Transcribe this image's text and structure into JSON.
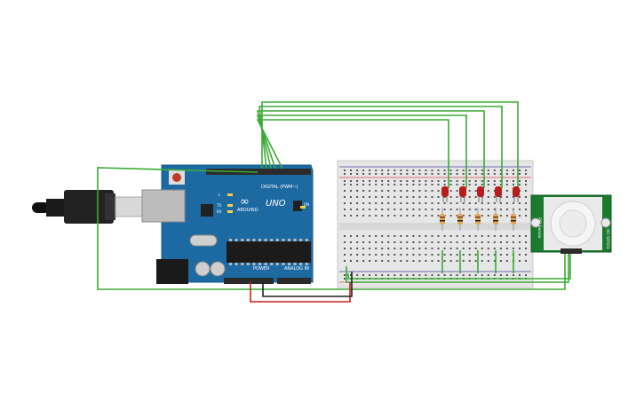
{
  "arduino": {
    "logo_text": "ARDUINO",
    "model": "UNO",
    "digital_header_label": "DIGITAL (PWM~)",
    "power_header_label": "POWER",
    "analog_header_label": "ANALOG IN",
    "on_label": "ON",
    "tx_label": "TX",
    "rx_label": "RX",
    "l_label": "L"
  },
  "pir_sensor": {
    "label": "PIR Sensor",
    "model_text": "HC-SR501"
  },
  "breadboard": {
    "rows": 30
  },
  "leds": {
    "count": 5,
    "color": "#b81d1d"
  },
  "resistors": {
    "count": 5
  },
  "colors": {
    "board_blue": "#1d6aa3",
    "wire_green": "#3aaa35",
    "wire_red": "#d21f1f",
    "wire_black": "#222222",
    "pir_green": "#1a7a2e",
    "breadboard": "#e6e6e6"
  }
}
